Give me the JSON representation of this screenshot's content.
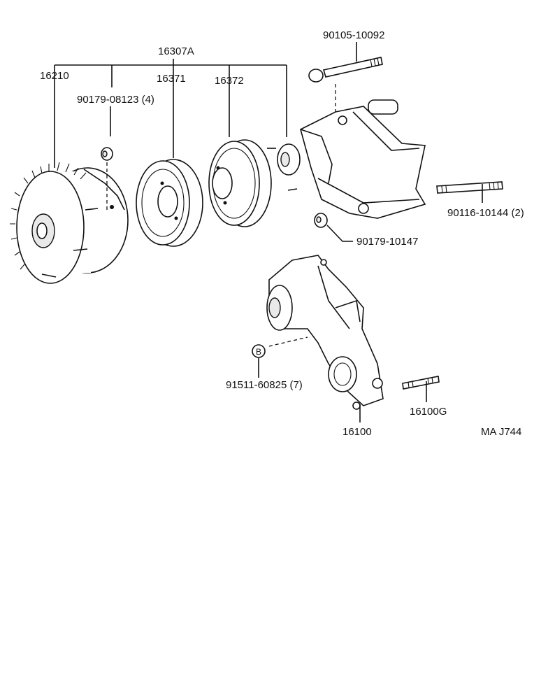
{
  "labels": {
    "assembly": "16307A",
    "fan_clutch": "16210",
    "fan_bolt": "90179-08123 (4)",
    "pulley_a": "16371",
    "pulley_b": "16372",
    "upper_stud": "90105-10092",
    "side_stud": "90116-10144 (2)",
    "nut": "90179-10147",
    "marker_b": "B",
    "pump_bolt": "91511-60825 (7)",
    "small_stud": "16100G",
    "pump": "16100",
    "diagram_code": "MA J744"
  }
}
